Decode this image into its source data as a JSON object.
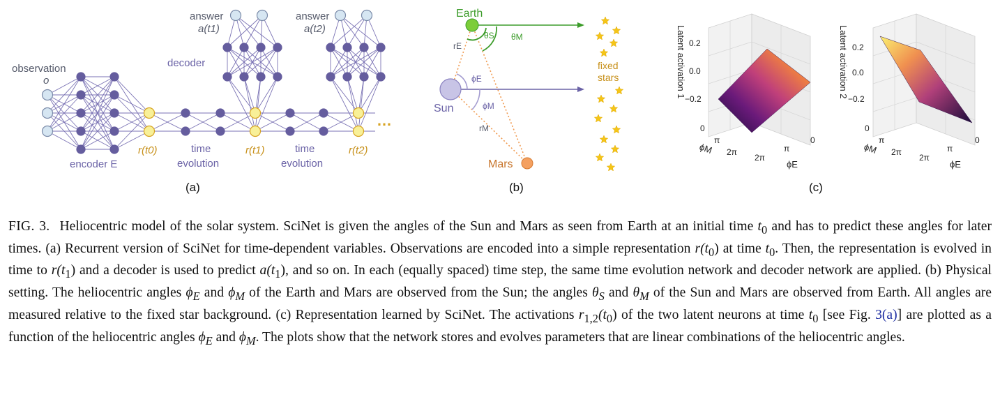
{
  "colors": {
    "purple": "#6a62a6",
    "neuron_purple": "#655d9e",
    "input_blue": "#d6e6f2",
    "yellow": "#f8f098",
    "gold": "#d7a321",
    "green": "#3c9c2a",
    "orange": "#f0a060",
    "star": "#f5c518"
  },
  "panel_a": {
    "observation_label": "observation",
    "observation_symbol": "o",
    "encoder_label": "encoder E",
    "decoder_label": "decoder",
    "answer_label_1": "answer",
    "answer_symbol_1": "a(t1)",
    "answer_label_2": "answer",
    "answer_symbol_2": "a(t2)",
    "r_t0": "r(t0)",
    "r_t1": "r(t1)",
    "r_t2": "r(t2)",
    "time_1": "time",
    "evolution_1": "evolution",
    "time_2": "time",
    "evolution_2": "evolution",
    "ellipsis": "…",
    "panel_letter": "(a)"
  },
  "panel_b": {
    "earth": "Earth",
    "sun": "Sun",
    "mars": "Mars",
    "theta_s": "θS",
    "theta_m": "θM",
    "phi_e": "ϕE",
    "phi_m": "ϕM",
    "r_e": "rE",
    "r_m": "rM",
    "fixed": "fixed",
    "stars": "stars",
    "panel_letter": "(b)"
  },
  "panel_c": {
    "plot1_zlabel": "Latent activation 1",
    "plot2_zlabel": "Latent activation 2",
    "z_ticks": [
      "0.2",
      "0.0",
      "−0.2"
    ],
    "phi_m_ticks": [
      "0",
      "π",
      "2π"
    ],
    "phi_e_ticks": [
      "2π",
      "π",
      "0"
    ],
    "phi_m_label": "ϕM",
    "phi_e_label": "ϕE",
    "panel_letter": "(c)"
  },
  "caption": {
    "fig_label": "FIG. 3.",
    "s1": "Heliocentric model of the solar system. SciNet is given the angles of the Sun and Mars as seen from Earth at an initial time ",
    "s1_var": "t",
    "s1_sub": "0",
    "s2": " and has to predict these angles for later times. (a) Recurrent version of SciNet for time-dependent variables. Observations are encoded into a simple representation ",
    "s2_var": "r",
    "s2_expr": "(t",
    "s2_sub": "0",
    "s2_close": ")",
    "s3": " at time ",
    "s3_var": "t",
    "s3_sub": "0",
    "s4": ". Then, the representation is evolved in time to ",
    "s4_var": "r",
    "s4_expr": "(t",
    "s4_sub": "1",
    "s4_close": ")",
    "s5": " and a decoder is used to predict ",
    "s5_var": "a",
    "s5_expr": "(t",
    "s5_sub": "1",
    "s5_close": ")",
    "s6": ", and so on. In each (equally spaced) time step, the same time evolution network and decoder network are applied. (b) Physical setting. The heliocentric angles ",
    "s6_phi": "ϕ",
    "s6_sub": "E",
    "s7": " and ",
    "s7_phi": "ϕ",
    "s7_sub": "M",
    "s8": " of the Earth and Mars are observed from the Sun; the angles ",
    "s8_theta": "θ",
    "s8_sub": "S",
    "s9": " and ",
    "s9_theta": "θ",
    "s9_sub": "M",
    "s10": " of the Sun and Mars are observed from Earth. All angles are measured relative to the fixed star background. (c) Representation learned by SciNet. The activations ",
    "s10_var": "r",
    "s10_sub": "1,2",
    "s10_expr": "(t",
    "s10_sub2": "0",
    "s10_close": ")",
    "s11": " of the two latent neurons at time ",
    "s11_var": "t",
    "s11_sub": "0",
    "s12": " [see Fig. ",
    "s12_ref": "3(a)",
    "s13": "] are plotted as a function of the heliocentric angles ",
    "s13_phi": "ϕ",
    "s13_sub": "E",
    "s14": " and ",
    "s14_phi": "ϕ",
    "s14_sub": "M",
    "s15": ". The plots show that the network stores and evolves parameters that are linear combinations of the heliocentric angles."
  }
}
